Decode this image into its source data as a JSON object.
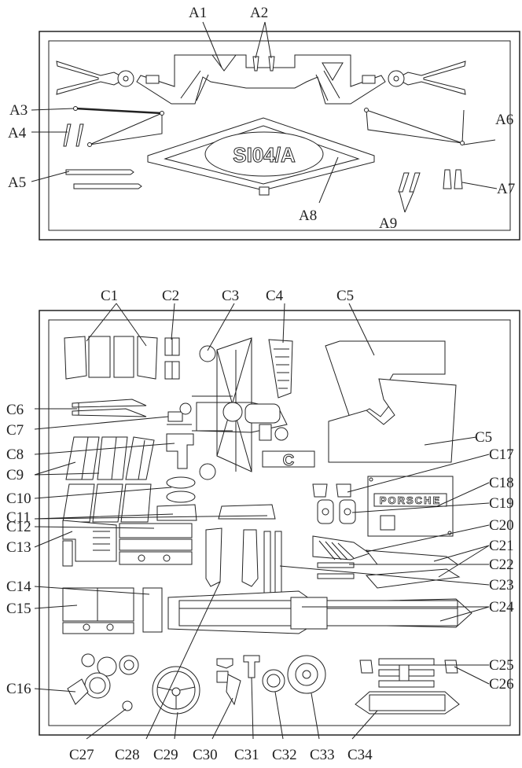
{
  "sheet_a": {
    "stamp_text": "SI04/A",
    "labels": [
      "A1",
      "A2",
      "A3",
      "A4",
      "A5",
      "A6",
      "A7",
      "A8",
      "A9"
    ]
  },
  "sheet_c": {
    "stamp_text": "C",
    "logo_text": "PORSCHE",
    "labels": [
      "C1",
      "C2",
      "C3",
      "C4",
      "C5",
      "C5",
      "C6",
      "C7",
      "C8",
      "C9",
      "C10",
      "C11",
      "C12",
      "C13",
      "C14",
      "C15",
      "C16",
      "C17",
      "C18",
      "C19",
      "C20",
      "C21",
      "C22",
      "C23",
      "C24",
      "C25",
      "C26",
      "C27",
      "C28",
      "C29",
      "C30",
      "C31",
      "C32",
      "C33",
      "C34"
    ]
  }
}
